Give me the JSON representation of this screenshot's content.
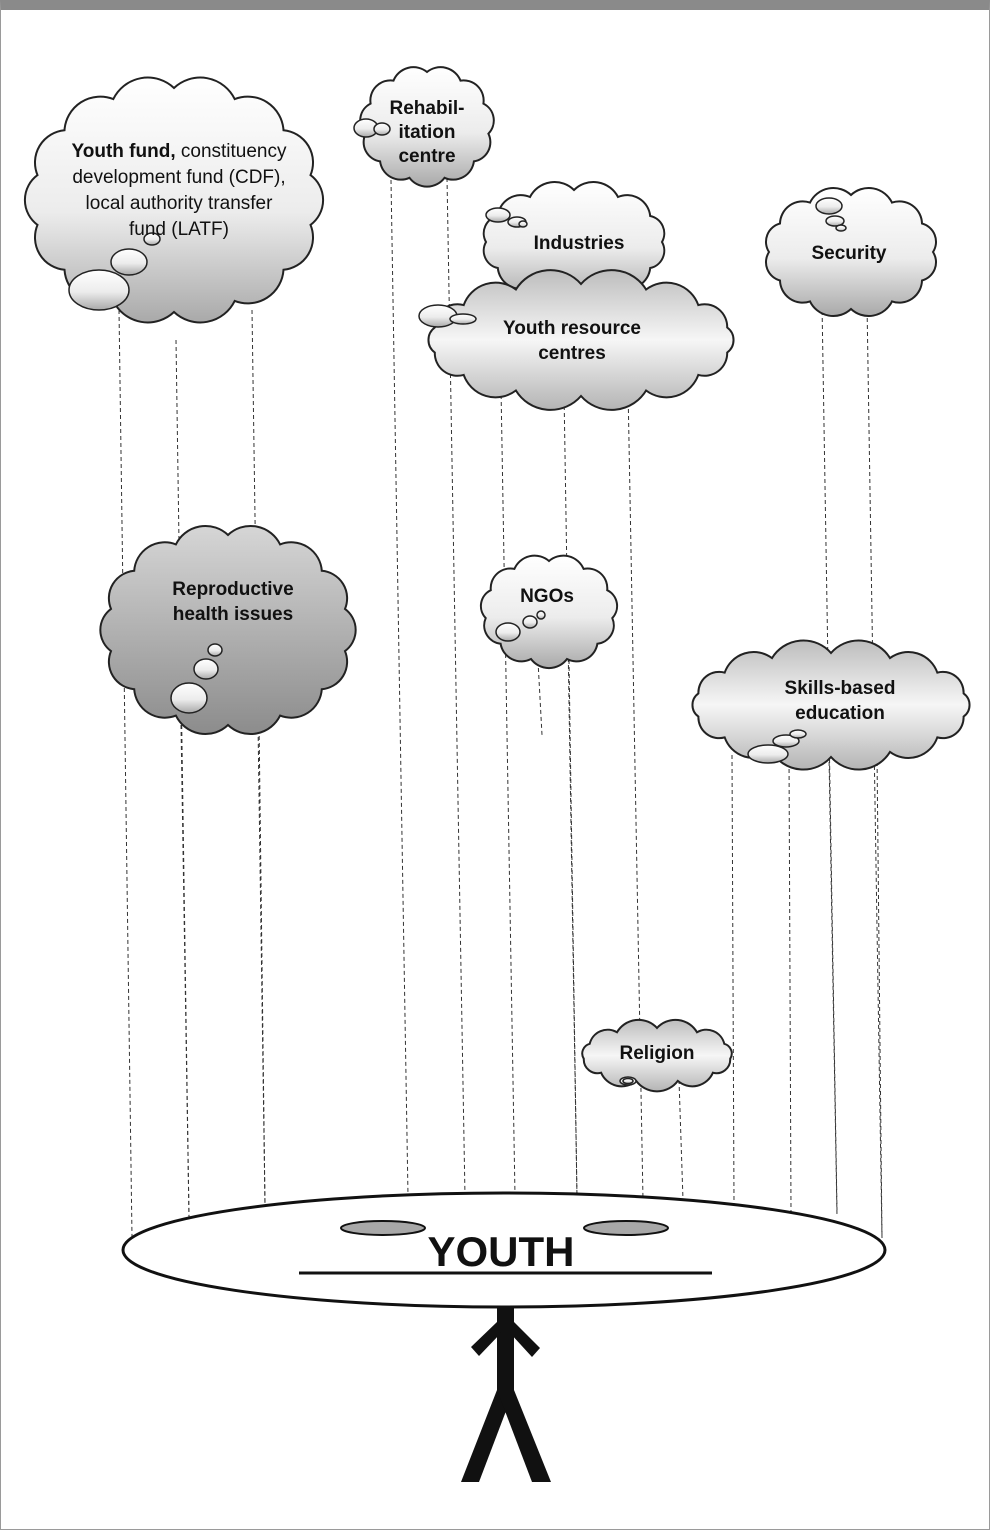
{
  "diagram": {
    "center_label": "YOUTH",
    "clouds": [
      {
        "id": "youth-fund",
        "lines": [
          [
            "Youth fund,",
            " constituency"
          ],
          [
            "development fund (CDF),"
          ],
          [
            "local authority transfer"
          ],
          [
            "fund (LATF)"
          ]
        ],
        "bold_prefix": "Youth fund,"
      },
      {
        "id": "rehabilitation",
        "lines": [
          [
            "Rehabil-"
          ],
          [
            "itation"
          ],
          [
            "centre"
          ]
        ]
      },
      {
        "id": "industries",
        "lines": [
          [
            "Industries"
          ]
        ]
      },
      {
        "id": "security",
        "lines": [
          [
            "Security"
          ]
        ]
      },
      {
        "id": "youth-resource",
        "lines": [
          [
            "Youth resource"
          ],
          [
            "centres"
          ]
        ]
      },
      {
        "id": "reproductive-health",
        "lines": [
          [
            "Reproductive"
          ],
          [
            "health issues"
          ]
        ]
      },
      {
        "id": "ngos",
        "lines": [
          [
            "NGOs"
          ]
        ]
      },
      {
        "id": "skills-education",
        "lines": [
          [
            "Skills-based"
          ],
          [
            "education"
          ]
        ]
      },
      {
        "id": "religion",
        "lines": [
          [
            "Religion"
          ]
        ]
      }
    ]
  },
  "colors": {
    "cloud_light": "#f4f4f4",
    "cloud_dark": "#9f9f9f",
    "stroke": "#222222",
    "frame_top": "#8a8a8a"
  }
}
